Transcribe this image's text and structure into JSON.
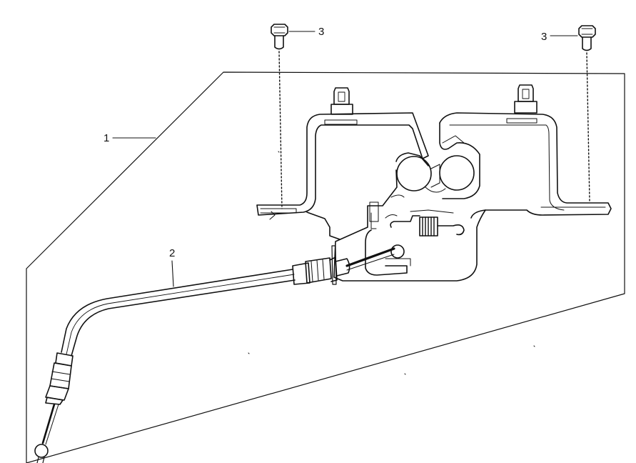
{
  "callouts": {
    "item1": "1",
    "item2": "2",
    "item3_left": "3",
    "item3_right": "3"
  },
  "colors": {
    "ink": "#111111",
    "paper": "#ffffff"
  }
}
